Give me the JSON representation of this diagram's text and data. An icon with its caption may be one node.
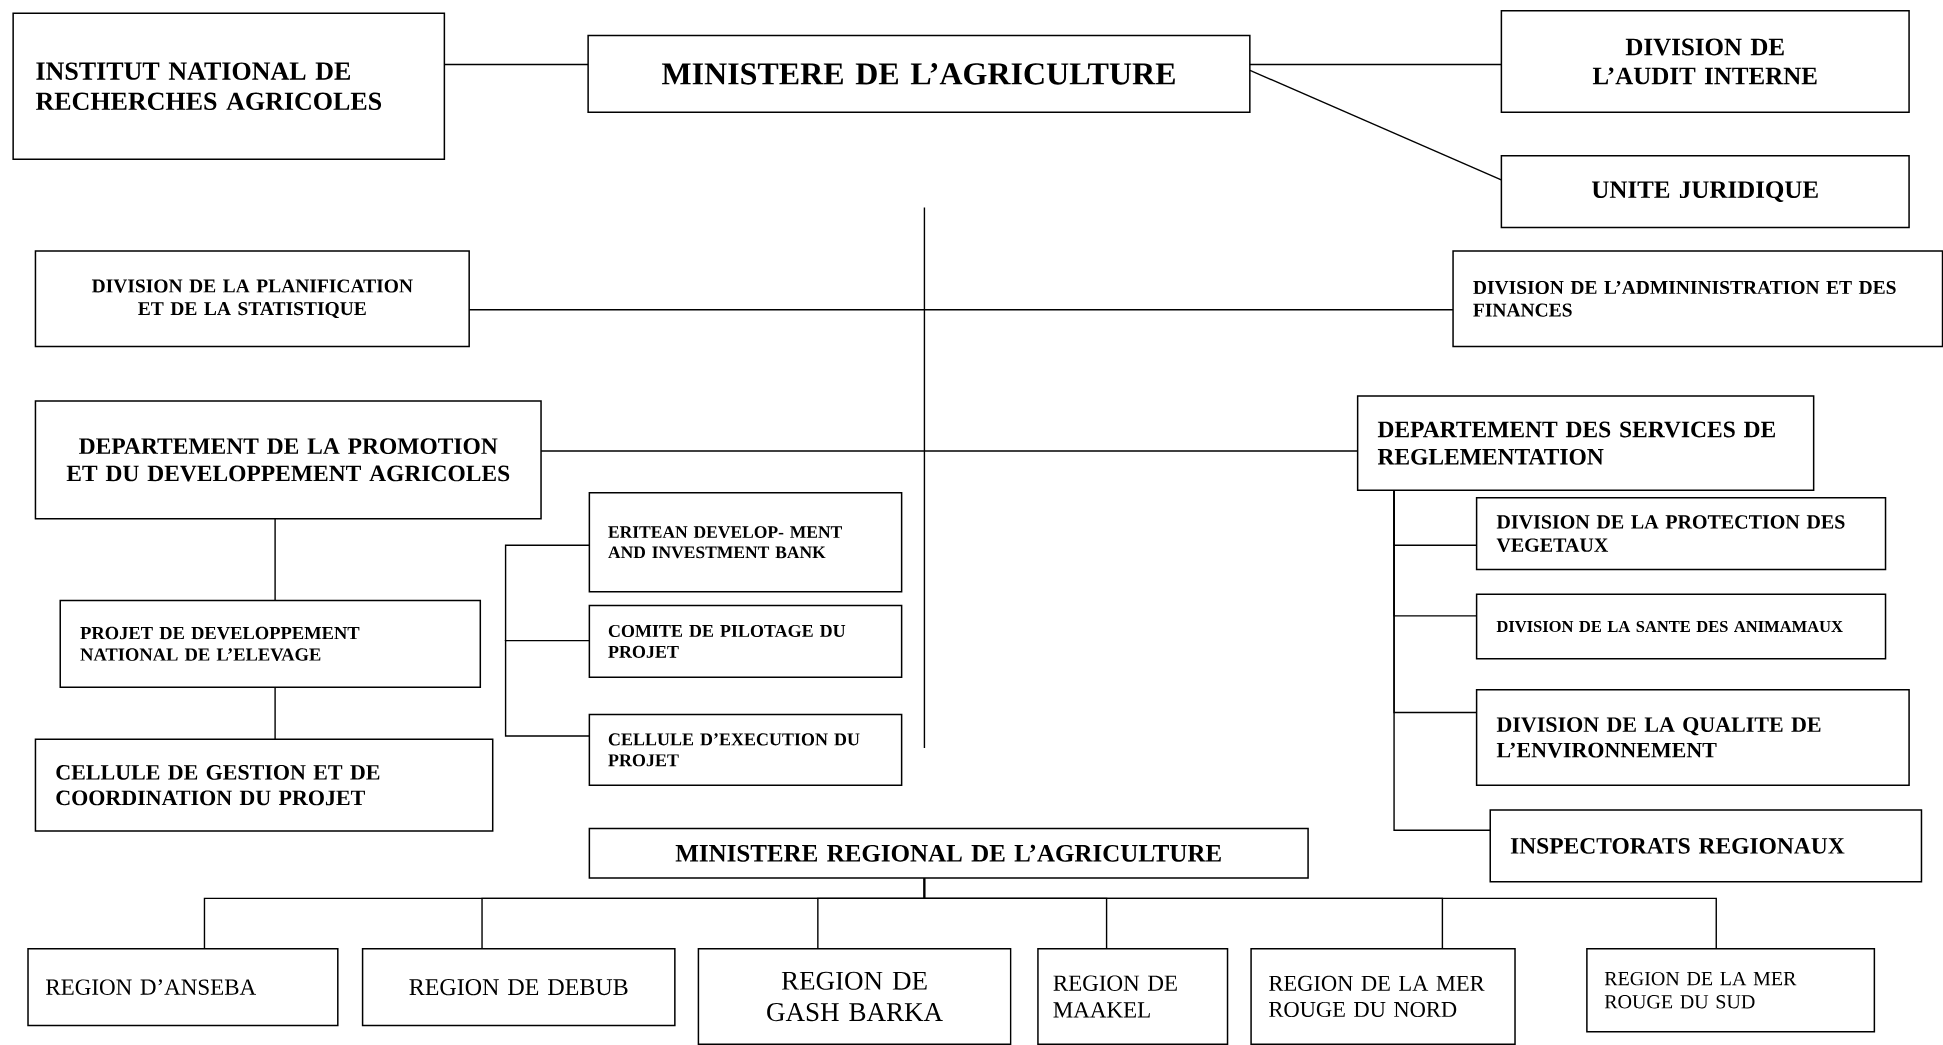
{
  "diagram": {
    "nodes": [
      {
        "text": [
          "INSTITUT NATIONAL DE RECHERCHES AGRICOLES"
        ]
      },
      {
        "text": [
          "MINISTERE DE L’AGRICULTURE"
        ]
      },
      {
        "text": [
          "DIVISION DE L’AUDIT INTERNE"
        ]
      },
      {
        "text": [
          "UNITE JURIDIQUE"
        ]
      },
      {
        "text": [
          "DIVISION DE LA PLANIFICATION ET DE LA STATISTIQUE"
        ]
      },
      {
        "text": [
          "DIVISION DE L’ADMININISTRATION ET DES FINANCES"
        ]
      },
      {
        "text": [
          "DEPARTEMENT DE LA PROMOTION ET DU DEVELOPPEMENT AGRICOLES"
        ]
      },
      {
        "text": [
          "DEPARTEMENT DES SERVICES DE REGLEMENTATION"
        ]
      },
      {
        "text": [
          "PROJET DE DEVELOPPEMENT NATIONAL DE L’ELEVAGE"
        ]
      },
      {
        "text": [
          "CELLULE DE GESTION ET DE COORDINATION DU PROJET"
        ]
      },
      {
        "text": [
          "ERITEAN DEVELOP- MENT AND INVESTMENT BANK"
        ]
      },
      {
        "text": [
          "COMITE DE PILOTAGE DU PROJET"
        ]
      },
      {
        "text": [
          "CELLULE D’EXECUTION DU PROJET"
        ]
      },
      {
        "text": [
          "DIVISION DE LA PROTECTION DES VEGETAUX"
        ]
      },
      {
        "text": [
          "DIVISION DE LA SANTE DES ANIMAMAUX"
        ]
      },
      {
        "text": [
          "DIVISION DE LA QUALITE DE L’ENVIRONNEMENT"
        ]
      },
      {
        "text": [
          "INSPECTORATS REGIONAUX"
        ]
      },
      {
        "text": [
          "MINISTERE REGIONAL DE L’AGRICULTURE"
        ]
      },
      {
        "text": [
          "REGION D’ANSEBA"
        ]
      },
      {
        "text": [
          "REGION DE DEBUB"
        ]
      },
      {
        "text": [
          "REGION DE GASH BARKA"
        ]
      },
      {
        "text": [
          "REGION DE MAAKEL"
        ]
      },
      {
        "text": [
          "REGION DE LA MER ROUGE DU NORD"
        ]
      },
      {
        "text": [
          "REGION DE LA MER ROUGE DU SUD"
        ]
      }
    ],
    "edges": [
      {
        "from": 0,
        "to": 1,
        "arrow": "none"
      },
      {
        "from": 1,
        "to": 2,
        "arrow": "none"
      },
      {
        "from": 1,
        "to": 3,
        "arrow": "none"
      },
      {
        "from": 4,
        "to": 5,
        "arrow": "none"
      },
      {
        "from": 6,
        "to": 7,
        "arrow": "none"
      },
      {
        "from": 6,
        "to": 8,
        "arrow": "none"
      },
      {
        "from": 8,
        "to": 9,
        "arrow": "none"
      },
      {
        "from": null,
        "to": 10,
        "arrow": "none"
      },
      {
        "from": null,
        "to": 11,
        "arrow": "none"
      },
      {
        "from": null,
        "to": 12,
        "arrow": "none"
      },
      {
        "from": 7,
        "to": 13,
        "arrow": "none"
      },
      {
        "from": 7,
        "to": 14,
        "arrow": "none"
      },
      {
        "from": 7,
        "to": 15,
        "arrow": "none"
      },
      {
        "from": 7,
        "to": 16,
        "arrow": "none"
      },
      {
        "from": 17,
        "to": 18,
        "arrow": "none"
      },
      {
        "from": 17,
        "to": 19,
        "arrow": "none"
      },
      {
        "from": 17,
        "to": 20,
        "arrow": "none"
      },
      {
        "from": 17,
        "to": 21,
        "arrow": "none"
      },
      {
        "from": 17,
        "to": 22,
        "arrow": "none"
      },
      {
        "from": 17,
        "to": 23,
        "arrow": "none"
      }
    ]
  }
}
